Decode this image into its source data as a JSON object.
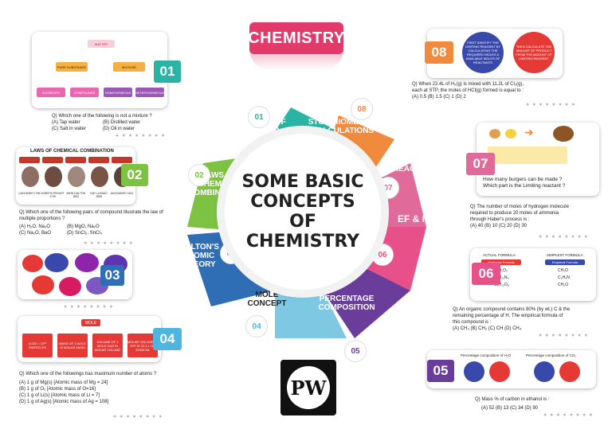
{
  "title": "CHEMISTRY",
  "center_title": "SOME BASIC CONCEPTS OF CHEMISTRY",
  "logo_text": "PW",
  "petals": [
    {
      "num": "01",
      "label": "NATURE OF MATTER",
      "color": "#2bb3a3"
    },
    {
      "num": "02",
      "label": "LAWS OF CHEMICAL COMBINATIONS",
      "color": "#7dc242"
    },
    {
      "num": "03",
      "label": "DALTON'S ATOMIC THEORY",
      "color": "#2f6db5"
    },
    {
      "num": "04",
      "label": "MOLE CONCEPT",
      "color": "#7ec8e3"
    },
    {
      "num": "05",
      "label": "PERCENTAGE COMPOSITION",
      "color": "#6a3d9a"
    },
    {
      "num": "06",
      "label": "EF & MF",
      "color": "#e8508a"
    },
    {
      "num": "07",
      "label": "LIMITING REACTANT",
      "color": "#e06b9a"
    },
    {
      "num": "08",
      "label": "STOICHIOMETRIC CALCULATIONS",
      "color": "#f08a3c"
    }
  ],
  "card01": {
    "num": "01",
    "tree": {
      "root": "MATTER",
      "l1": [
        "PURE SUBSTANCE",
        "MIXTURE"
      ],
      "l2": [
        "ELEMENTS",
        "COMPOUNDS",
        "HOMOGENEOUS",
        "HETEROGENEOUS"
      ]
    },
    "question": "Q) Which one of the following is not a mixture ?",
    "options": [
      "(A) Tap water",
      "(B) Distilled water",
      "(C) Salt in water",
      "(D) Oil in water"
    ]
  },
  "card02": {
    "num": "02",
    "header": "LAWS OF CHEMICAL COMBINATION",
    "names": [
      "LAVOISIER 1789",
      "JOSEPH PROUST 1799",
      "JOHN DALTON 1803",
      "GAY LUSSAC 1808",
      "AVOGADRO 1811"
    ],
    "question": "Q) Which one of the following pairs of compound illustrate the law of multiple proportions ?",
    "options": [
      "(A) H₂O, Na₂O",
      "(B) MgO, Na₂O",
      "(C) Na₂O, BaO",
      "(D) SnCl₂, SnCl₄"
    ]
  },
  "card03": {
    "num": "03"
  },
  "card04": {
    "num": "04",
    "header": "MOLE",
    "boxes": [
      "6.022 × 10²³ PARTICLES",
      "MASS OF 1 MOLE IS MOLAR MASS",
      "VOLUME OF 1 MOLE GAS IS MOLAR VOLUME",
      "MOLAR VOLUME AT STP IS 22.4 L OR 22400 ML"
    ],
    "question": "Q) Which one of the followings has maximum number of atoms ?",
    "options": [
      "(A) 1 g of Mg(s) [Atomic mass of Mg = 24]",
      "(B) 1 g of O₂ [Atomic mass of O=16]",
      "(C) 1 g of Li(s) [Atomic mass of Li = 7]",
      "(D) 1 g of Ag(s) [Atomic mass of Ag = 108]"
    ]
  },
  "card05": {
    "num": "05",
    "left_header": "Percentage composition of H₂O",
    "right_header": "Percentage composition of CO₂",
    "question": "Q) Mass % of carbon in ethanol is :",
    "options": "(A) 52  (B) 13  (C) 34  (D) 90"
  },
  "card06": {
    "num": "06",
    "left_header": "ACTUAL FORMULA",
    "left_tag": "Molecular Formula",
    "left_items": [
      "C₂H₂O₂",
      "C₆H₁₂N₆",
      "C₆H₁₂O₆"
    ],
    "right_header": "SIMPLEST FORMULA",
    "right_tag": "Empirical Formula",
    "right_items": [
      "CH₂O",
      "C₂H₄N",
      "CH₂O"
    ],
    "question": [
      "Q) An organic compound contains 80% (by wt.) C & the",
      "remaining percentage of H. The empirical formula of",
      "this compound is :"
    ],
    "options": "(A) CH₃   (B) CH₂   (C) CH   (D) CH₄"
  },
  "card07": {
    "num": "07",
    "img_question": [
      "How many burgers can be made ?",
      "Which part is the Limiting reactant ?"
    ],
    "question": [
      "Q) The number of moles of hydrogen molecule",
      "required to produce 20 moles of ammonia",
      "through Haber's process is :"
    ],
    "options": "(A) 40  (B) 10  (C) 20  (D) 30"
  },
  "card08": {
    "num": "08",
    "left_text": "FIRST IDENTIFY THE LIMITING REAGENT BY CALCULATING THE REQUIRED MOLES & AVAILABLE MOLES OF REACTANTS",
    "right_text": "THEN CALCULATE THE AMOUNT OF PRODUCT FROM THE AMOUNT OF LIMITING REAGENT",
    "question": [
      "Q) When 22.4L of H₂(g) is mixed with 11.2L of Cl₂(g),",
      "each at STP, the moles of HCl(g) formed is equal to :"
    ],
    "options": "(A) 0.5  (B) 1.5  (C) 1  (D) 2"
  },
  "colors": {
    "teal": "#2bb3a3",
    "green": "#7dc242",
    "blue": "#2f6db5",
    "lightblue": "#4fb5e0",
    "purple": "#6a3d9a",
    "pink": "#e8508a",
    "orange": "#f08a3c",
    "red": "#e23a6b"
  },
  "dots": "● ● ● ● ● ● ● ●"
}
